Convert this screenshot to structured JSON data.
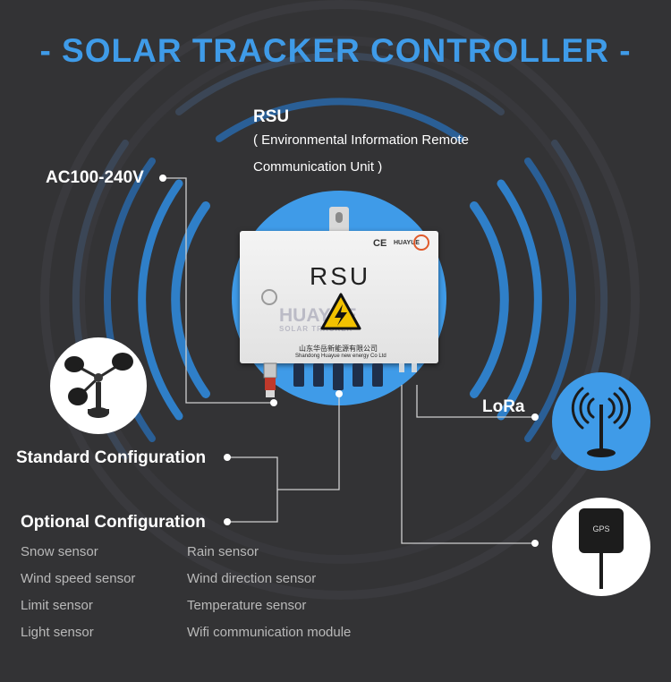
{
  "title": "- SOLAR TRACKER CONTROLLER -",
  "rsu": {
    "heading": "RSU",
    "desc_line1": "( Environmental Information Remote",
    "desc_line2": "Communication Unit )"
  },
  "labels": {
    "power": "AC100-240V",
    "lora": "LoRa",
    "standard": "Standard Configuration",
    "optional": "Optional Configuration"
  },
  "device": {
    "name": "RSU",
    "mark": "CE",
    "brand": "HUAYUE",
    "company_cn": "山东华岳新能源有限公司",
    "company_en": "Shandong Huayue new energy Co Ltd",
    "watermark": "HUAYUE",
    "watermark_sub": "SOLAR TRACKER"
  },
  "gps_label": "GPS",
  "sensors_left": [
    "Snow sensor",
    "Wind speed sensor",
    "Limit sensor",
    "Light sensor"
  ],
  "sensors_right": [
    "Rain sensor",
    "Wind direction sensor",
    "Temperature sensor",
    "Wifi communication module"
  ],
  "colors": {
    "background": "#333335",
    "accent": "#3f9be8",
    "rings": "#2f7fc8",
    "lora_circle": "#3f9be8",
    "white": "#ffffff",
    "sensor_text": "#b9b9b9"
  },
  "icons": {
    "anemometer": "anemometer-icon",
    "antenna": "antenna-icon",
    "gps": "gps-antenna-icon",
    "warning": "high-voltage-warning-icon"
  }
}
